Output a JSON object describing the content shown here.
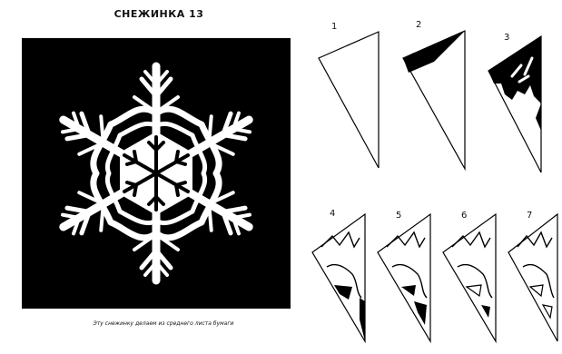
{
  "title": "СНЕЖИНКА 13",
  "caption": "Эту снежинку делаем из среднего листа бумаги",
  "steps": [
    {
      "label": "1"
    },
    {
      "label": "2"
    },
    {
      "label": "3"
    },
    {
      "label": "4"
    },
    {
      "label": "5"
    },
    {
      "label": "6"
    },
    {
      "label": "7"
    }
  ],
  "colors": {
    "background": "#ffffff",
    "panel": "#000000",
    "paper": "#ffffff",
    "cut": "#000000"
  }
}
